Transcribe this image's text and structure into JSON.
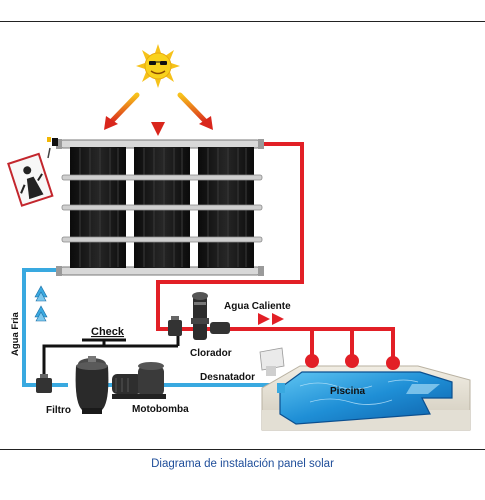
{
  "labels": {
    "agua_fria": "Agua Fria",
    "check": "Check",
    "clorador": "Clorador",
    "agua_caliente": "Agua Caliente",
    "desnatador": "Desnatador",
    "piscina": "Piscina",
    "filtro": "Filtro",
    "motobomba": "Motobomba"
  },
  "caption": "Diagrama de instalación panel solar",
  "colors": {
    "hot_pipe": "#e21f26",
    "cold_pipe": "#39a9e0",
    "check_line": "#111111",
    "caption_text": "#1f4e9a",
    "arrow_gradient_from": "#f7c21b",
    "arrow_gradient_to": "#d9261c"
  },
  "icons": [
    "sun-icon",
    "panel-icon",
    "valve-icon",
    "filter-icon",
    "pump-icon",
    "chlorinator-icon",
    "skimmer-icon",
    "pool-icon",
    "person-icon"
  ]
}
